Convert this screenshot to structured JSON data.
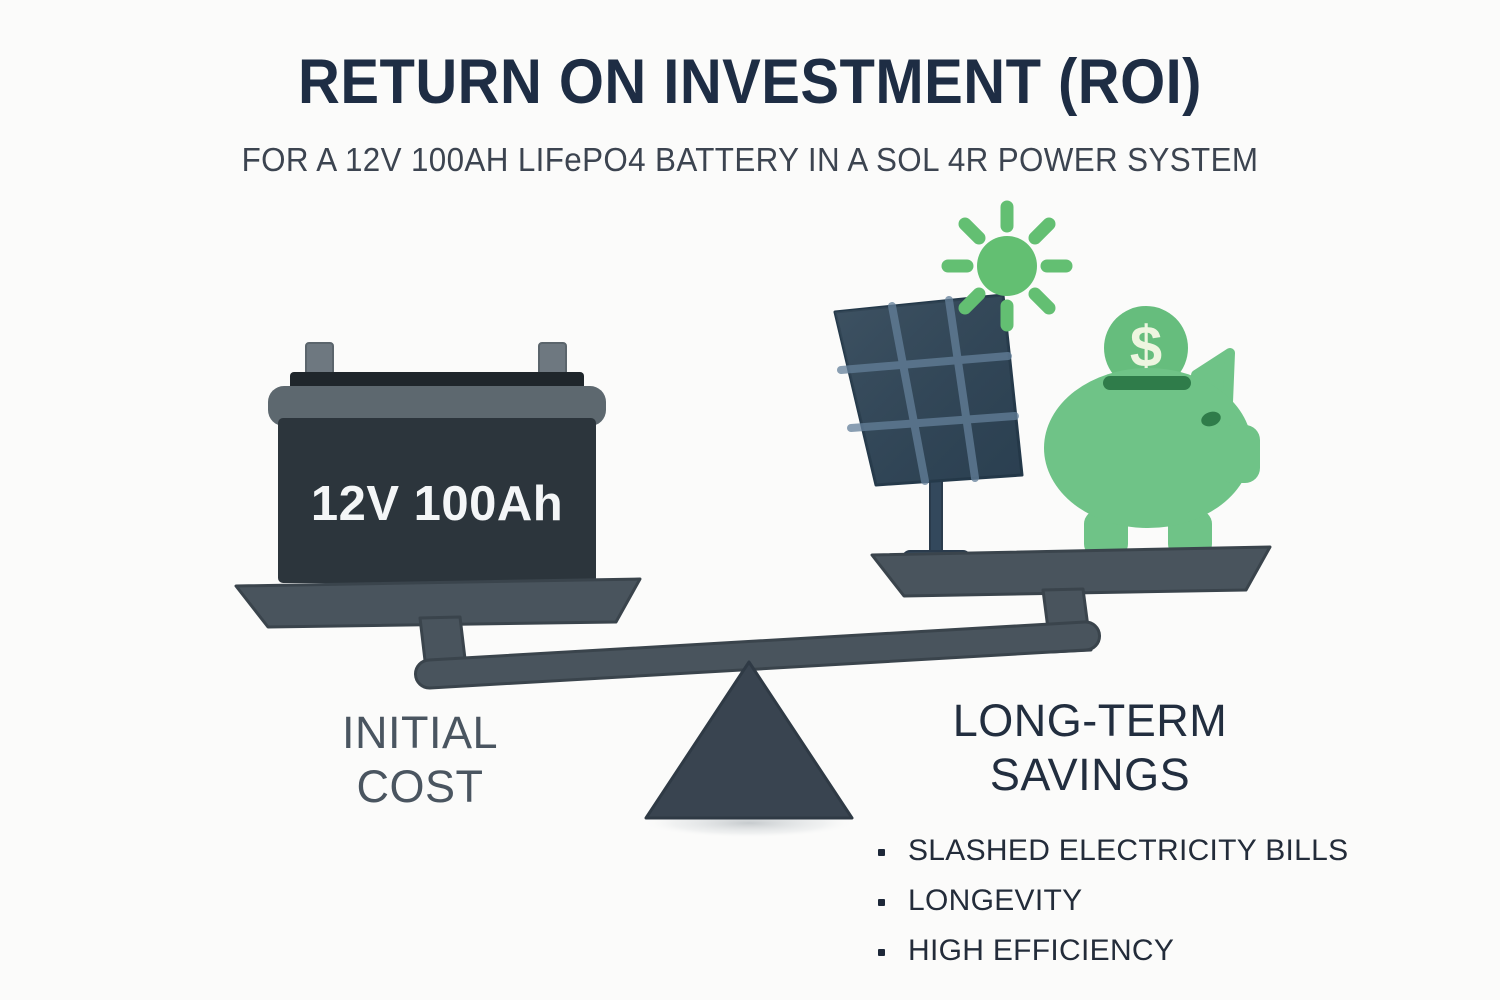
{
  "colors": {
    "background": "#fbfbfa",
    "title": "#1e2d44",
    "subtitle": "#3c4450",
    "label_left": "#4a5560",
    "label_right": "#222e3f",
    "scale_metal": "#49545d",
    "scale_metal_dark": "#3d4850",
    "fulcrum": "#394450",
    "battery_body": "#2c353c",
    "battery_cap": "#5d686f",
    "battery_top_strip": "#1f262b",
    "battery_terminal": "#6e7880",
    "battery_text": "#f4f6f7",
    "panel_face": "#2d4355",
    "panel_grid": "#64809a",
    "panel_stand": "#33485c",
    "sun": "#63bf72",
    "piggy": "#6fc387",
    "piggy_dark": "#2f7c4a",
    "coin": "#66bd7d",
    "coin_symbol": "#eef5e0"
  },
  "header": {
    "title": "RETURN ON INVESTMENT (ROI)",
    "subtitle": "FOR A 12V 100AH LIFePO4 BATTERY IN A SOL 4R POWER SYSTEM"
  },
  "scale": {
    "left_pan": {
      "label": "INITIAL\nCOST",
      "item": {
        "name": "battery",
        "spec_text": "12V 100Ah"
      }
    },
    "right_pan": {
      "label": "LONG-TERM\nSAVINGS",
      "items": [
        {
          "name": "solar-panel"
        },
        {
          "name": "sun"
        },
        {
          "name": "piggy-bank"
        },
        {
          "name": "dollar-coin",
          "symbol": "$"
        }
      ]
    },
    "fulcrum": {
      "name": "triangle-fulcrum"
    },
    "tilt": "right-side-up"
  },
  "benefits": {
    "items": [
      "SLASHED ELECTRICITY BILLS",
      "LONGEVITY",
      "HIGH EFFICIENCY"
    ]
  }
}
